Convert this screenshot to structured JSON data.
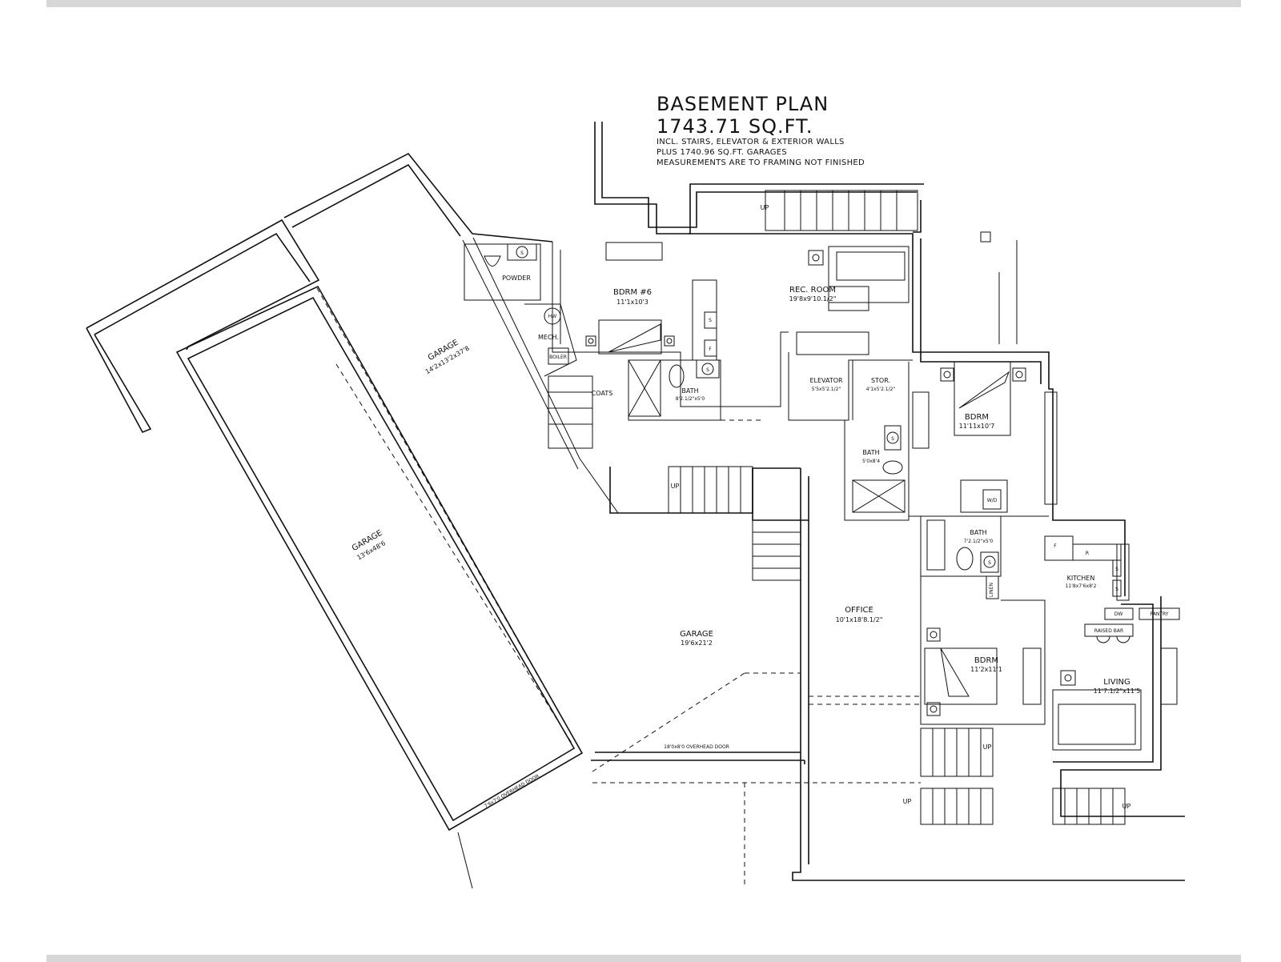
{
  "plan": {
    "title": "BASEMENT PLAN",
    "area": "1743.71 SQ.FT.",
    "notes": [
      "INCL. STAIRS, ELEVATOR & EXTERIOR WALLS",
      "PLUS 1740.96 SQ.FT. GARAGES",
      "MEASUREMENTS ARE TO FRAMING NOT FINISHED"
    ]
  },
  "rooms": {
    "garage_a": {
      "name": "GARAGE",
      "size": "14'2x13'2x37'8"
    },
    "garage_b": {
      "name": "GARAGE",
      "size": "13'6x48'6"
    },
    "garage_c": {
      "name": "GARAGE",
      "size": "19'6x21'2"
    },
    "bdrm6": {
      "name": "BDRM #6",
      "size": "11'1x10'3"
    },
    "rec": {
      "name": "REC. ROOM",
      "size": "19'8x9'10.1/2\""
    },
    "bath1": {
      "name": "BATH",
      "size": "8'2.1/2\"x5'0"
    },
    "elevator": {
      "name": "ELEVATOR",
      "size": "5'5x5'2.1/2\""
    },
    "stor": {
      "name": "STOR.",
      "size": "4'1x5'2.1/2\""
    },
    "bath2": {
      "name": "BATH",
      "size": "5'0x8'4"
    },
    "bdrm2": {
      "name": "BDRM",
      "size": "11'11x10'7"
    },
    "bath3": {
      "name": "BATH",
      "size": "7'2.1/2\"x5'0"
    },
    "kitchen": {
      "name": "KITCHEN",
      "size": "11'8x7'6x8'2"
    },
    "office": {
      "name": "OFFICE",
      "size": "10'1x18'8.1/2\""
    },
    "bdrm3": {
      "name": "BDRM",
      "size": "11'2x11'1"
    },
    "living": {
      "name": "LIVING",
      "size": "11'7.1/2\"x11'5"
    }
  },
  "small_labels": {
    "powder": "POWDER",
    "mech": "MECH.",
    "hw": "HW",
    "boiler": "BOILER",
    "coats": "COATS",
    "wd": "W/D",
    "linen": "LINEN",
    "pantry": "PANTRY",
    "raised_bar": "RAISED BAR",
    "dw": "DW",
    "f": "F",
    "r": "R",
    "s": "S",
    "up": "UP",
    "door_garage_c": "18'0x8'0 OVERHEAD DOOR",
    "door_garage_b": "7'6x7'0 OVERHEAD DOOR"
  }
}
